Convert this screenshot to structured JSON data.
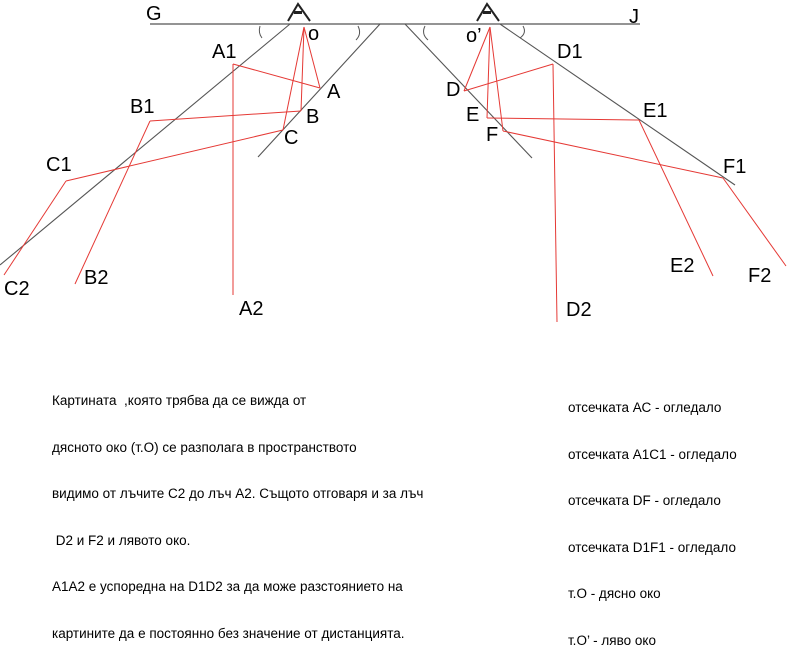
{
  "diagram": {
    "labels": {
      "G": "G",
      "J": "J",
      "o": "o",
      "o_prime": "o’",
      "A": "A",
      "B": "B",
      "C": "C",
      "A1": "A1",
      "B1": "B1",
      "C1": "C1",
      "A2": "A2",
      "B2": "B2",
      "C2": "C2",
      "D": "D",
      "E": "E",
      "F": "F",
      "D1": "D1",
      "E1": "E1",
      "F1": "F1",
      "D2": "D2",
      "E2": "E2",
      "F2": "F2"
    },
    "colors": {
      "line": "#555555",
      "ray": "#e53935",
      "text": "#000000"
    },
    "icons": [
      "eye-icon",
      "eye-icon"
    ]
  },
  "left_note": [
    "Картината  ,която трябва да се вижда от",
    "дясното око (т.О) се разполага в пространството",
    "видимо от лъчите С2 до лъч А2. Същото отговаря и за лъч",
    " D2 и F2 и лявото око.",
    "А1А2 е успоредна на D1D2 за да може разстоянието на",
    "картините да е постоянно без значение от дистанцията."
  ],
  "right_note": [
    "отсечката АС - огледало",
    "отсечката А1С1 - огледало",
    "отсечката DF - огледало",
    "отсечката D1F1 - огледало",
    "т.О - дясно око",
    "т.О’ - ляво око"
  ]
}
